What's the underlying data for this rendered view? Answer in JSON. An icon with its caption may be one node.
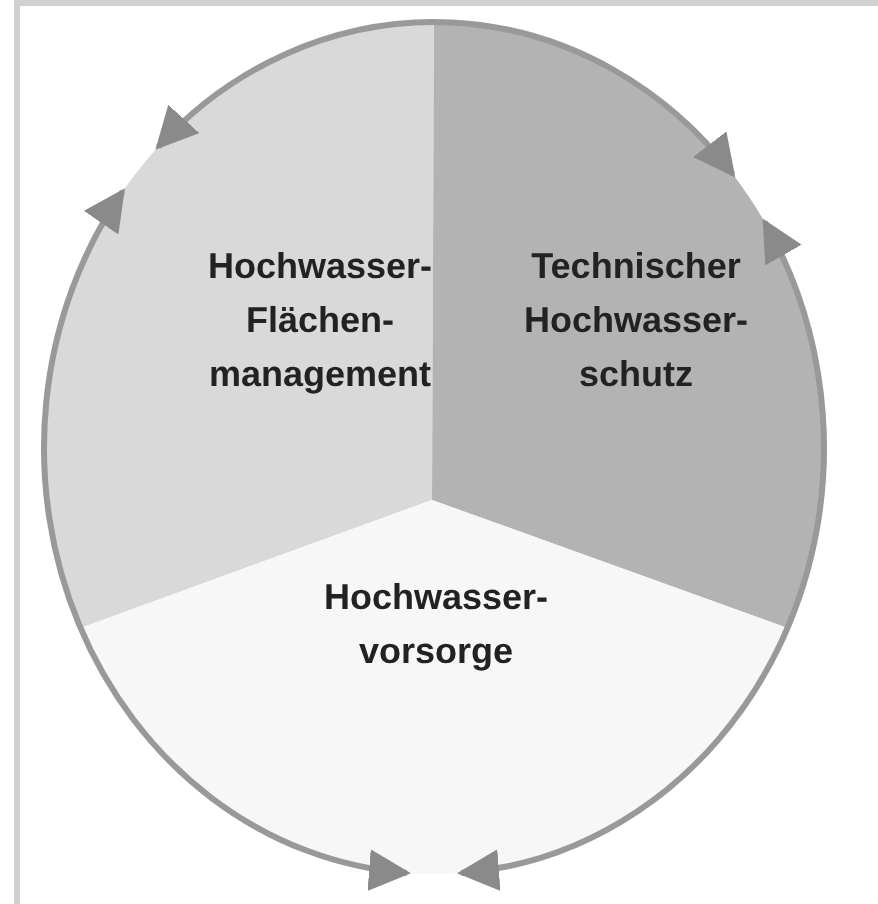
{
  "diagram": {
    "nodes": [
      {
        "text": [
          "Hochwasser- Flächen- management"
        ]
      },
      {
        "text": [
          "Technischer Hochwasser- schutz"
        ]
      },
      {
        "text": [
          "Hochwasser- vorsorge"
        ]
      }
    ],
    "edges": [
      {
        "from": 0,
        "to": 1,
        "arrow": "both"
      },
      {
        "from": 1,
        "to": 2,
        "arrow": "both"
      },
      {
        "from": 2,
        "to": 0,
        "arrow": "both"
      }
    ]
  }
}
